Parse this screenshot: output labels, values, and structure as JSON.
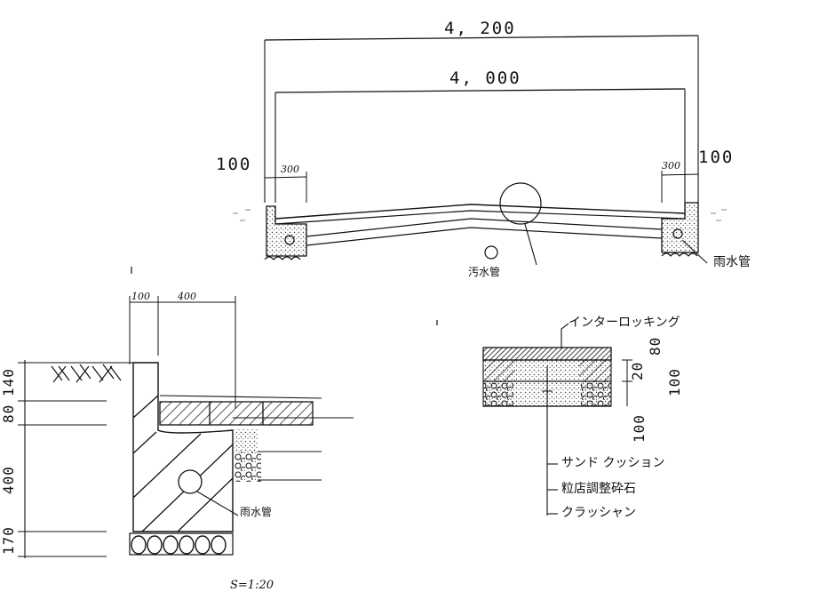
{
  "top_section": {
    "overall_width": "4, 200",
    "inner_width": "4, 000",
    "left_edge": "100",
    "left_curb": "300",
    "right_curb": "300",
    "right_edge": "100",
    "sewer_pipe": "汚水管",
    "rain_pipe": "雨水管"
  },
  "detail_section": {
    "top_left_dim": "100",
    "top_right_dim": "400",
    "left_dims": [
      "140",
      "80",
      "400",
      "170"
    ],
    "rain_pipe": "雨水管",
    "scale": "S=1:20"
  },
  "pavement_layers": {
    "interlocking": "インターロッキング",
    "sand_cushion": "サンド クッション",
    "graded_stone": "粒店調整砕石",
    "crusher_run": "クラッシャン",
    "dims": [
      "80",
      "20",
      "100",
      "100"
    ]
  }
}
